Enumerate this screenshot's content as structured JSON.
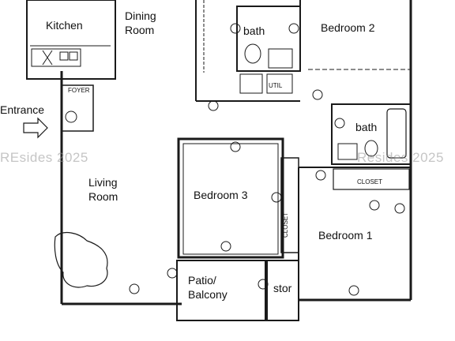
{
  "rooms": {
    "kitchen": "Kitchen",
    "dining": "Dining\nRoom",
    "bath_top": "bath",
    "bedroom2": "Bedroom 2",
    "entrance": "Entrance",
    "bath_right": "bath",
    "living": "Living\nRoom",
    "bedroom3": "Bedroom 3",
    "bedroom1": "Bedroom 1",
    "patio": "Patio/\nBalcony",
    "stor": "stor"
  },
  "small_labels": {
    "foyer": "FOYER",
    "closet": "CLOSET",
    "closet_b1": "CLOSET",
    "closet_vertical": "CLOSET",
    "util": "UTIL"
  },
  "watermarks": [
    "REsides 2025",
    "Resides 2025"
  ],
  "colors": {
    "line": "#1a1a1a",
    "watermark": "#9a9a9a"
  }
}
